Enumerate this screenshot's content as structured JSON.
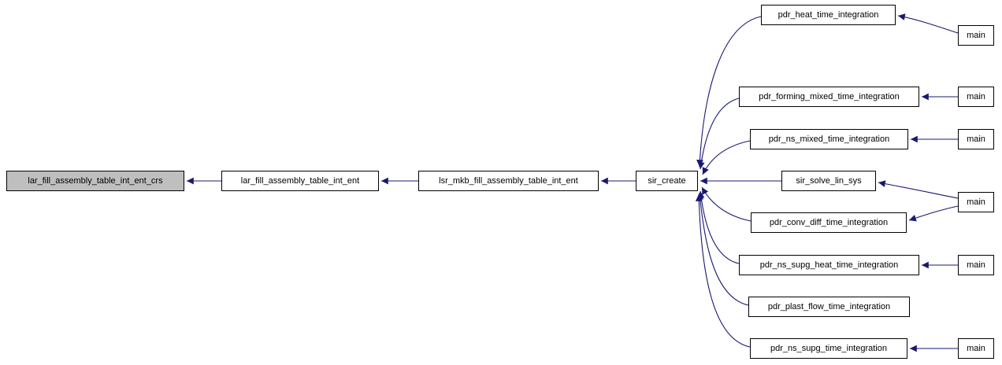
{
  "graph": {
    "type": "caller-graph",
    "colors": {
      "edge": "#191970",
      "node_border": "#000000",
      "node_fill": "#ffffff",
      "highlight_fill": "#bfbfbf"
    },
    "nodes": {
      "crs": {
        "label": "lar_fill_assembly_table_int_ent_crs",
        "highlighted": true
      },
      "fill_int_ent": {
        "label": "lar_fill_assembly_table_int_ent"
      },
      "lsr_mkb_fill": {
        "label": "lsr_mkb_fill_assembly_table_int_ent"
      },
      "sir_create": {
        "label": "sir_create"
      },
      "pdr_heat": {
        "label": "pdr_heat_time_integration"
      },
      "pdr_forming_mixed": {
        "label": "pdr_forming_mixed_time_integration"
      },
      "pdr_ns_mixed": {
        "label": "pdr_ns_mixed_time_integration"
      },
      "sir_solve_lin_sys": {
        "label": "sir_solve_lin_sys"
      },
      "pdr_conv_diff": {
        "label": "pdr_conv_diff_time_integration"
      },
      "pdr_ns_supg_heat": {
        "label": "pdr_ns_supg_heat_time_integration"
      },
      "pdr_plast_flow": {
        "label": "pdr_plast_flow_time_integration"
      },
      "pdr_ns_supg_time": {
        "label": "pdr_ns_supg_time_integration"
      },
      "main_heat": {
        "label": "main"
      },
      "main_forming": {
        "label": "main"
      },
      "main_ns_mixed": {
        "label": "main"
      },
      "main_solve_conv": {
        "label": "main"
      },
      "main_supg_heat": {
        "label": "main"
      },
      "main_supg_time": {
        "label": "main"
      }
    },
    "edges": [
      {
        "caller": "lar_fill_assembly_table_int_ent",
        "callee": "lar_fill_assembly_table_int_ent_crs"
      },
      {
        "caller": "lsr_mkb_fill_assembly_table_int_ent",
        "callee": "lar_fill_assembly_table_int_ent"
      },
      {
        "caller": "sir_create",
        "callee": "lsr_mkb_fill_assembly_table_int_ent"
      },
      {
        "caller": "pdr_heat_time_integration",
        "callee": "sir_create"
      },
      {
        "caller": "pdr_forming_mixed_time_integration",
        "callee": "sir_create"
      },
      {
        "caller": "pdr_ns_mixed_time_integration",
        "callee": "sir_create"
      },
      {
        "caller": "sir_solve_lin_sys",
        "callee": "sir_create"
      },
      {
        "caller": "pdr_conv_diff_time_integration",
        "callee": "sir_create"
      },
      {
        "caller": "pdr_ns_supg_heat_time_integration",
        "callee": "sir_create"
      },
      {
        "caller": "pdr_plast_flow_time_integration",
        "callee": "sir_create"
      },
      {
        "caller": "pdr_ns_supg_time_integration",
        "callee": "sir_create"
      },
      {
        "caller": "main",
        "callee": "pdr_heat_time_integration"
      },
      {
        "caller": "main",
        "callee": "pdr_forming_mixed_time_integration"
      },
      {
        "caller": "main",
        "callee": "pdr_ns_mixed_time_integration"
      },
      {
        "caller": "main",
        "callee": "sir_solve_lin_sys"
      },
      {
        "caller": "main",
        "callee": "pdr_conv_diff_time_integration"
      },
      {
        "caller": "main",
        "callee": "pdr_ns_supg_heat_time_integration"
      },
      {
        "caller": "main",
        "callee": "pdr_ns_supg_time_integration"
      }
    ]
  }
}
